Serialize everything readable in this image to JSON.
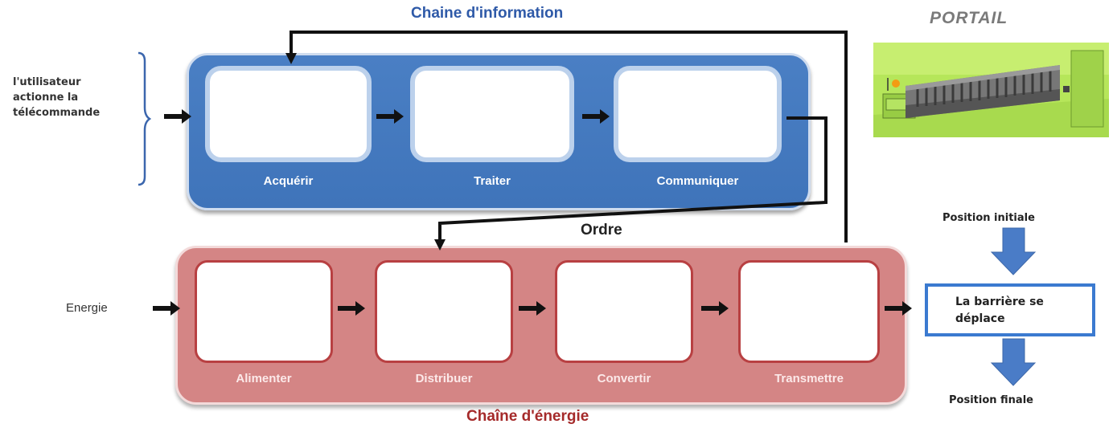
{
  "info_chain": {
    "title": "Chaine d'information",
    "functions": [
      "Acquérir",
      "Traiter",
      "Communiquer"
    ]
  },
  "energy_chain": {
    "title": "Chaîne d'énergie",
    "functions": [
      "Alimenter",
      "Distribuer",
      "Convertir",
      "Transmettre"
    ]
  },
  "order_label": "Ordre",
  "user_input": {
    "line1": "l'utilisateur",
    "line2": "actionne la",
    "line3": "télécommande"
  },
  "energy_input": "Energie",
  "portail": {
    "title": "PORTAIL"
  },
  "result": {
    "position_initiale": "Position initiale",
    "action_line1": "La barrière se",
    "action_line2": "déplace",
    "position_finale": "Position finale"
  },
  "colors": {
    "info_blue": "#3f74ba",
    "energy_red": "#d48585",
    "border_red": "#b84042",
    "title_blue": "#2f5aa8",
    "title_red": "#a52a2a",
    "arrow_blue": "#4a7cc7"
  }
}
